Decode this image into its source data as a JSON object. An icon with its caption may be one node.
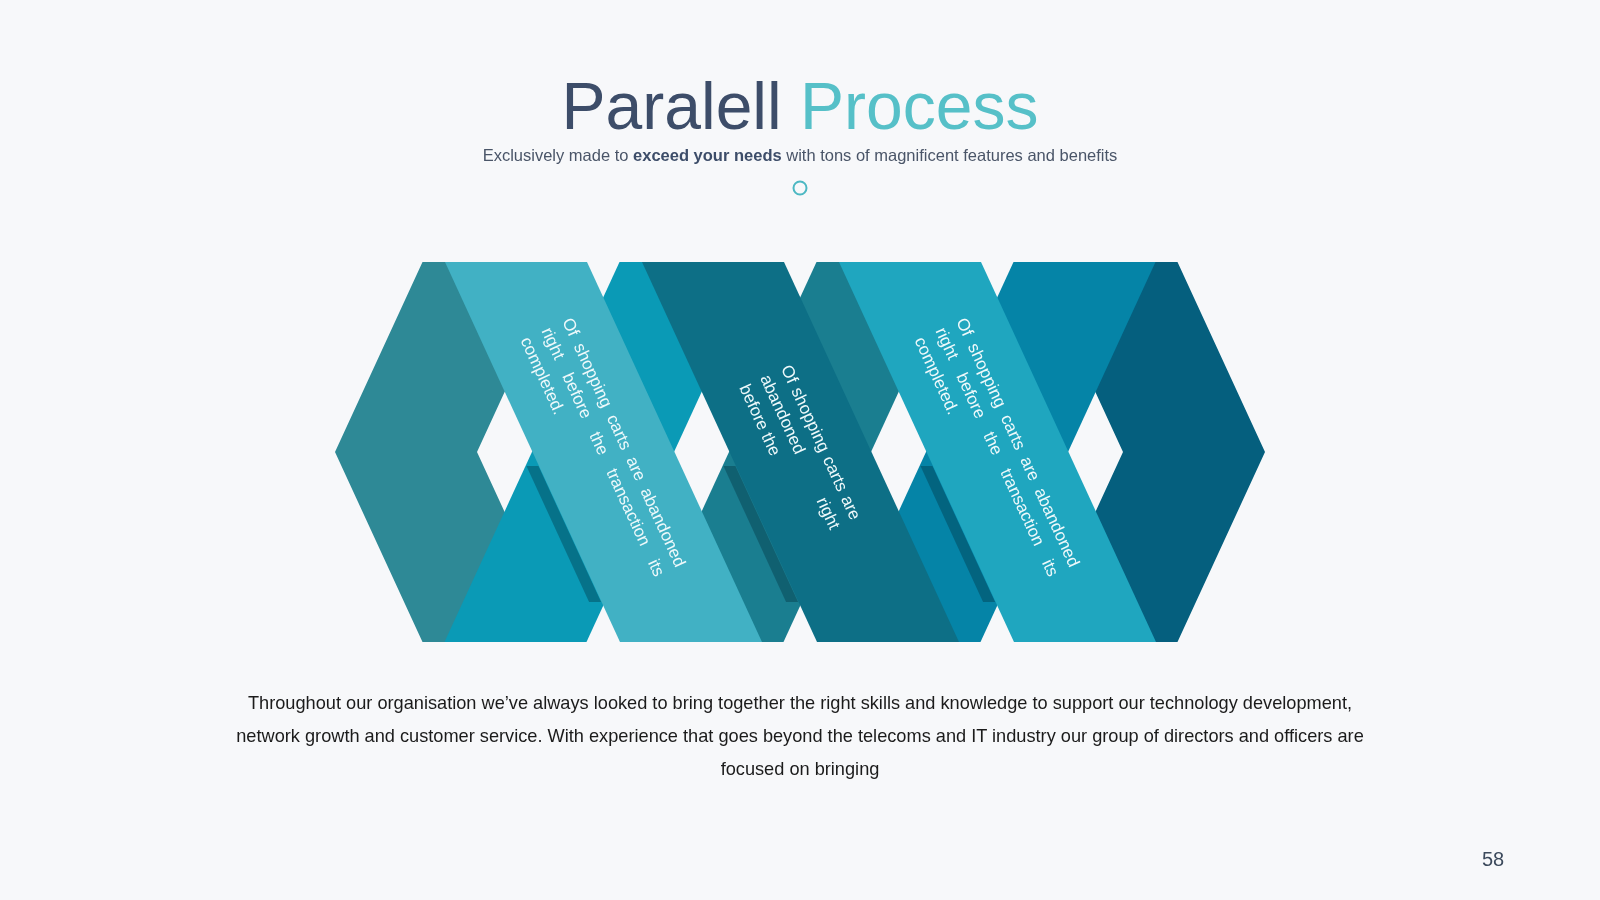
{
  "diagram": {
    "title": "Paralell Process",
    "nodes": [
      {
        "text": [
          "Of shopping carts are abandoned right before the transaction its completed."
        ]
      },
      {
        "text": [
          "Of shopping carts are abandoned right before the"
        ]
      },
      {
        "text": [
          "Of shopping carts are abandoned right before the transaction its completed."
        ]
      }
    ],
    "labels": [
      "Exclusively made to **exceed your needs** with tons of magnificent features and benefits",
      "Throughout our organisation we’ve always looked to bring together the right skills and knowledge to support our technology development, network growth and customer service. With experience that goes beyond the telecoms and IT industry our group of directors and officers are focused on bringing",
      "58"
    ]
  }
}
